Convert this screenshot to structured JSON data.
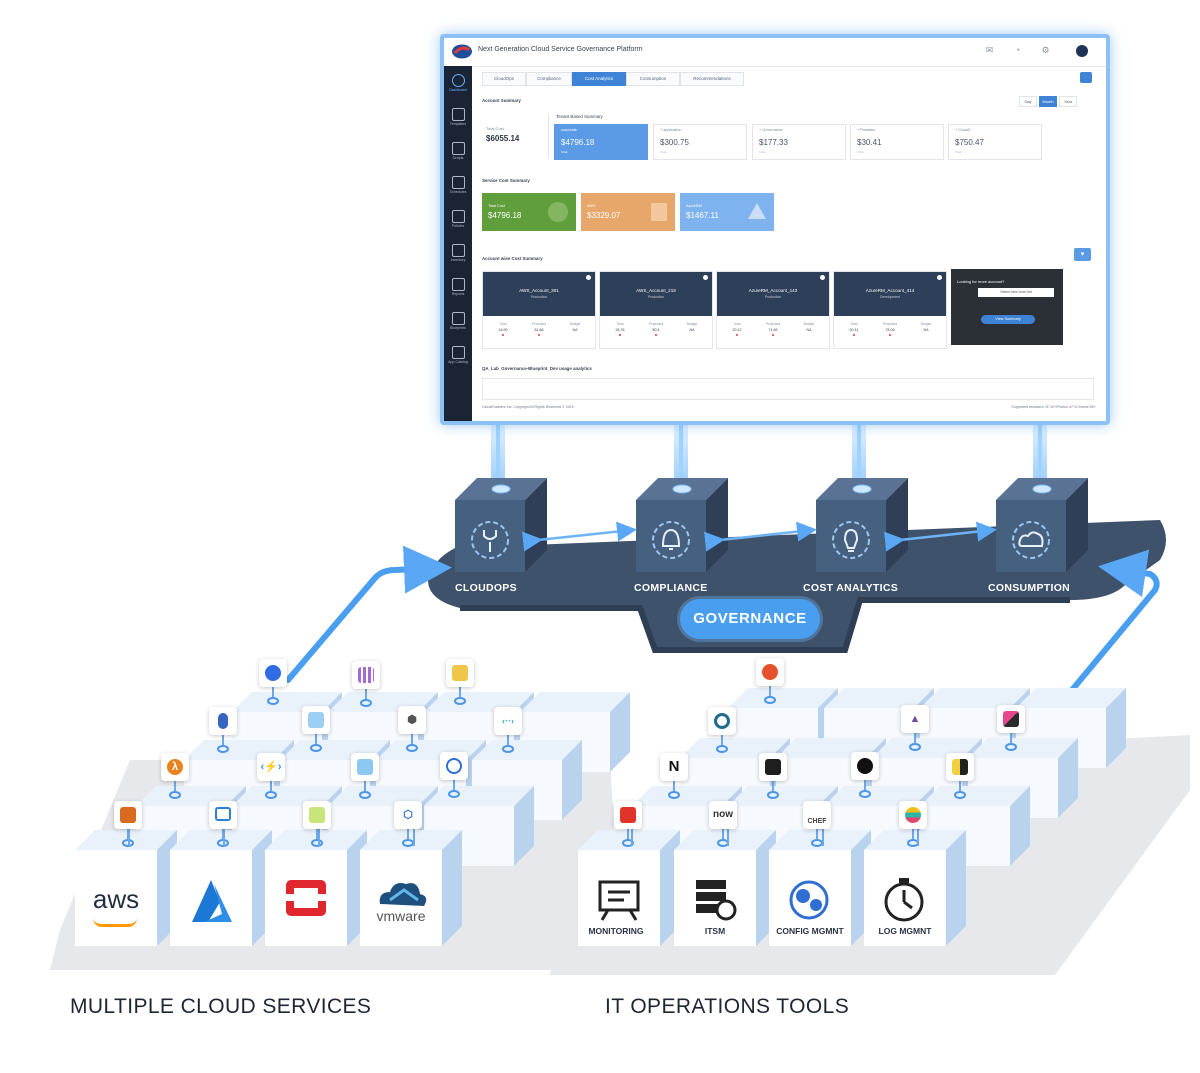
{
  "dashboard": {
    "title": "Next Generation Cloud Service Governance Platform",
    "sidebar": [
      {
        "label": "Dashboard",
        "active": true
      },
      {
        "label": "Templates"
      },
      {
        "label": "Scripts"
      },
      {
        "label": "Schedules"
      },
      {
        "label": "Policies"
      },
      {
        "label": "Inventory"
      },
      {
        "label": "Reports"
      },
      {
        "label": "Blueprints"
      },
      {
        "label": "App Catalog"
      }
    ],
    "tabs": [
      "CloudOps",
      "Compliance",
      "Cost Analytics",
      "Consumption",
      "Recommendations"
    ],
    "active_tab": "Cost Analytics",
    "account_summary_title": "Account Summary",
    "period": [
      "Day",
      "Month",
      "Year"
    ],
    "active_period": "Month",
    "total_cost_label": "Total Cost",
    "total_cost_value": "$6055.14",
    "tenant_title": "Tenant Based Summary",
    "tenant_cards": [
      {
        "name": "corporate",
        "value": "$4796.18",
        "sub": "Total",
        "selected": true
      },
      {
        "name": "+ application",
        "value": "$300.75",
        "sub": "Total"
      },
      {
        "name": "+ Governance",
        "value": "$177.33",
        "sub": "Total"
      },
      {
        "name": "+ Presales",
        "value": "$30.41",
        "sub": "Total"
      },
      {
        "name": "+ CloudE",
        "value": "$750.47",
        "sub": "Total"
      }
    ],
    "service_title": "Service Cost Summary",
    "service_cards": [
      {
        "name": "Total Cost",
        "value": "$4796.18",
        "color": "#5f9e3a"
      },
      {
        "name": "AWS",
        "value": "$3329.07",
        "color": "#e8a76a"
      },
      {
        "name": "AzureRM",
        "value": "$1467.11",
        "color": "#7fb3ef"
      }
    ],
    "account_title": "Account wise Cost Summary",
    "accounts": [
      {
        "name": "AWS_Account_301",
        "env": "Production",
        "total": "18.90",
        "projected": "81.66",
        "budget": "NA"
      },
      {
        "name": "AWS_Account_219",
        "env": "Production",
        "total": "26.76",
        "projected": "$0.4",
        "budget": "NA"
      },
      {
        "name": "AzureRM_Account_143",
        "env": "Production",
        "total": "20.12",
        "projected": "74.89",
        "budget": "NA"
      },
      {
        "name": "AzureRM_Account_414",
        "env": "Development",
        "total": "30.41",
        "projected": "78.06",
        "budget": "NA"
      }
    ],
    "col_total": "Total",
    "col_projected": "Projected",
    "col_budget": "Budget",
    "more_question": "Looking for more account?",
    "more_select": "Select Item from list",
    "more_button": "View Summary",
    "usage_title": "QA_Lab_Governance-Blueprint_Dev usage analytics",
    "footer_left": "CloudEnablers Inc. Copyright All Rights Reserved © 2019",
    "footer_right": "Supported browsers: IE 10+/Firefox 47+/Chrome 50+"
  },
  "governance": {
    "modules": [
      "CLOUDOPS",
      "COMPLIANCE",
      "COST ANALYTICS",
      "CONSUMPTION"
    ],
    "label": "GOVERNANCE"
  },
  "cloud_services": {
    "caption": "MULTIPLE CLOUD SERVICES",
    "providers": [
      "aws",
      "Azure",
      "OpenStack",
      "vmware"
    ],
    "icons": [
      "Kubernetes",
      "Cluster",
      "Cloud Function",
      "Database",
      "Storage",
      "Compute Engine",
      "Networking",
      "Lambda",
      "Azure Functions",
      "Blob Storage",
      "Spanner",
      "EC2",
      "Virtual Machine",
      "Virtual Machine",
      "Scale Sets"
    ]
  },
  "it_tools": {
    "caption": "IT OPERATIONS TOOLS",
    "categories": [
      "MONITORING",
      "ITSM",
      "CONFIG MGMNT",
      "LOG MGMNT"
    ],
    "tool_text": {
      "n_logo": "N",
      "now_logo": "now",
      "chef_logo": "CHEF"
    },
    "icons": [
      "Prometheus",
      "Datadog",
      "Nagios",
      "Zabbix",
      "Ansible",
      "Apache",
      "Kibana",
      "Elastic",
      "ServiceNow",
      "Chef",
      "Zendesk",
      "Elasticsearch",
      "Splunk",
      "Zabbix"
    ]
  },
  "colors": {
    "platform": "#3e526c",
    "platform_dark": "#2d3e55",
    "accent": "#4a9ef0",
    "cube_top": "#e9f1fb",
    "cube_side": "#b9d2ee"
  }
}
